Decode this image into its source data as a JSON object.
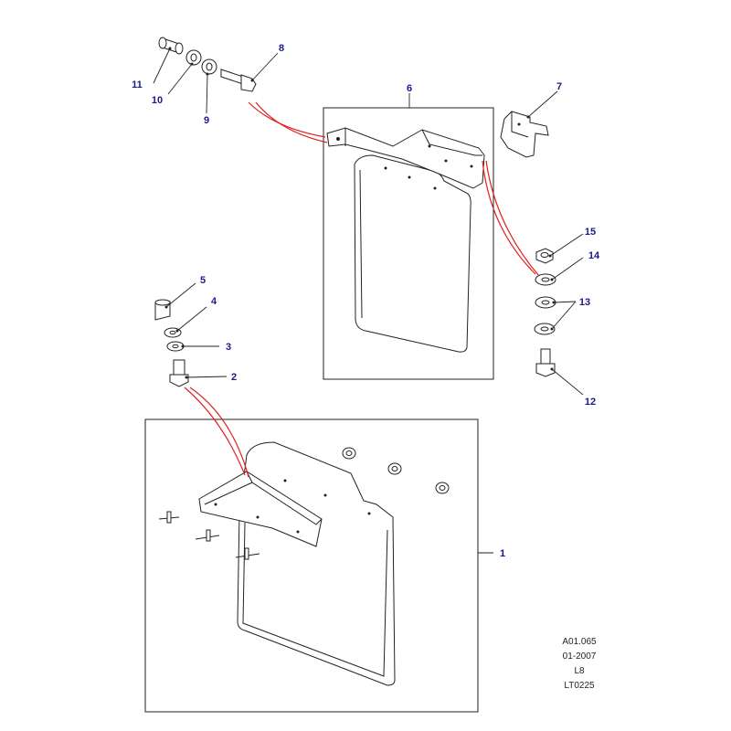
{
  "callouts": {
    "c1": "1",
    "c2": "2",
    "c3": "3",
    "c4": "4",
    "c5": "5",
    "c6": "6",
    "c7": "7",
    "c8": "8",
    "c9": "9",
    "c10": "10",
    "c11": "11",
    "c12": "12",
    "c13": "13",
    "c14": "14",
    "c15": "15"
  },
  "reference": {
    "line1": "A01.065",
    "line2": "01-2007",
    "line3": "L8",
    "line4": "LT0225"
  },
  "colors": {
    "callout_text": "#1a1a8c",
    "leader_red": "#e02020",
    "line": "#222222",
    "background": "#ffffff"
  }
}
